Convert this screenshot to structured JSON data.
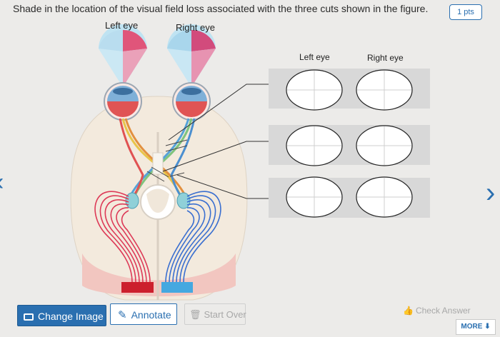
{
  "question": "Shade in the location of the visual field loss associated with the three cuts shown in the figure.",
  "points": "1 pts",
  "figure": {
    "left_eye_label": "Left eye",
    "right_eye_label": "Right eye",
    "panel_left_eye_label": "Left eye",
    "panel_right_eye_label": "Right eye"
  },
  "toolbar": {
    "change_image": "Change Image",
    "annotate": "Annotate",
    "start_over": "Start Over",
    "check_answer": "Check Answer"
  },
  "more_label": "MORE",
  "icons": [
    "camera-icon",
    "pencil-icon",
    "trash-icon",
    "thumbs-up-icon",
    "arrow-down-icon",
    "chevron-right-icon",
    "chevron-left-icon"
  ]
}
